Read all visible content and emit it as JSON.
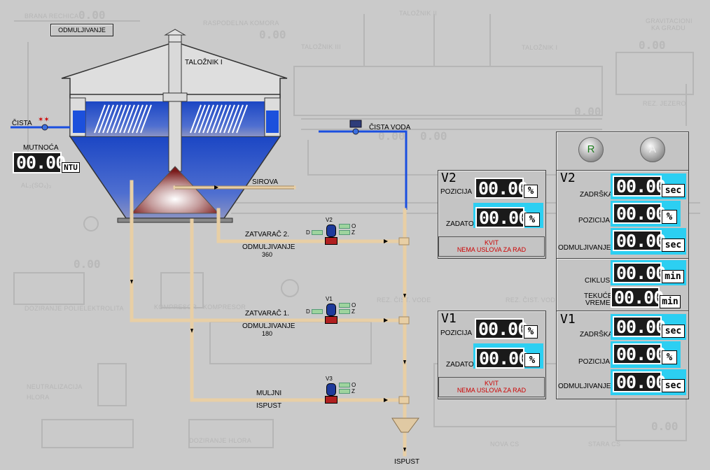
{
  "background_labels": {
    "grana_rechica": "BRANA RECHICA",
    "raspodelna_komora": "RASPODELNA KOMORA",
    "taloznik_ii": "TALOŽNIK II",
    "taloznik_iii": "TALOŽNIK III",
    "taloznik_i_bg": "TALOŽNIK I",
    "gravitacioni": "GRAVITACIONI",
    "ka_gradu": "KA GRADU",
    "rez_jezero": "REZ. JEZERO",
    "kompresor_1": "KOMPRESOR",
    "kompresor_2": "KOMPRESOR",
    "doziranje_poli": "DOZIRANJE POLIELEKTROLITA",
    "neutralizacija": "NEUTRALIZACIJA",
    "hlora": "HLORA",
    "doziranje_hlora": "DOZIRANJE HLORA",
    "nova_cs": "NOVA CS",
    "stara_cs": "STARA CS",
    "rez_cist_vode": "REZ. ČIST. VODE",
    "al2so4": "AL₂(SO₄)₃",
    "rez_cist_vode2": "REZ. ČIST. VODE",
    "ghost_value": "0.00"
  },
  "toolbar": {
    "odmuljivanje_button": "ODMULJIVANJE"
  },
  "tank": {
    "title": "TALOŽNIK I",
    "cista_label": "ČISTA",
    "cista_voda_label": "ČISTA VODA",
    "sirova_label": "SIROVA"
  },
  "turbidity": {
    "label": "MUTNOĆA",
    "value": "00.00",
    "unit": "NTU"
  },
  "lines": {
    "v2_label_1": "ZATVARAČ 2.",
    "v2_label_2": "ODMULJIVANJE",
    "v2_label_3": "360",
    "v1_label_1": "ZATVARAČ 1.",
    "v1_label_2": "ODMULJIVANJE",
    "v1_label_3": "180",
    "v3_label_1": "MULJNI",
    "v3_label_2": "ISPUST",
    "ispust": "ISPUST"
  },
  "valves": {
    "v2": {
      "tag": "V2",
      "d": "D",
      "o": "O",
      "z": "Z"
    },
    "v1": {
      "tag": "V1",
      "d": "D",
      "o": "O",
      "z": "Z"
    },
    "v3": {
      "tag": "V3",
      "o": "O",
      "z": "Z"
    }
  },
  "panel_v2_left": {
    "title": "V2",
    "pozicija_label": "POZICIJA",
    "pozicija_value": "00.00",
    "pozicija_unit": "%",
    "zadato_label": "ZADATO",
    "zadato_value": "00.00",
    "zadato_unit": "%",
    "kvit_title": "KVIT",
    "kvit_msg": "NEMA USLOVA ZA RAD"
  },
  "panel_v1_left": {
    "title": "V1",
    "pozicija_label": "POZICIJA",
    "pozicija_value": "00.00",
    "pozicija_unit": "%",
    "zadato_label": "ZADATO",
    "zadato_value": "00.00",
    "zadato_unit": "%",
    "kvit_title": "KVIT",
    "kvit_msg": "NEMA USLOVA ZA RAD"
  },
  "mode_buttons": {
    "r": "R",
    "a": "A"
  },
  "panel_v2_right": {
    "title": "V2",
    "zadrska_label": "ZADRŠKA",
    "zadrska_value": "00.00",
    "zadrska_unit": "sec",
    "pozicija_label": "POZICIJA",
    "pozicija_value": "00.00",
    "pozicija_unit": "%",
    "odmuljivanje_label": "ODMULJIVANJE",
    "odmuljivanje_value": "00.00",
    "odmuljivanje_unit": "sec"
  },
  "panel_cycle": {
    "ciklus_label": "CIKLUS",
    "ciklus_value": "00.00",
    "ciklus_unit": "min",
    "tekuce_label_1": "TEKUĆE",
    "tekuce_label_2": "VREME",
    "tekuce_value": "00.00",
    "tekuce_unit": "min"
  },
  "panel_v1_right": {
    "title": "V1",
    "zadrska_label": "ZADRŠKA",
    "zadrska_value": "00.00",
    "zadrska_unit": "sec",
    "pozicija_label": "POZICIJA",
    "pozicija_value": "00.00",
    "pozicija_unit": "%",
    "odmuljivanje_label": "ODMULJIVANJE",
    "odmuljivanje_value": "00.00",
    "odmuljivanje_unit": "sec"
  },
  "colors": {
    "pipe": "#e8cfa5",
    "water": "#1f5fd6",
    "display_bg": "#1a1a1a",
    "cyan": "#2ccff2",
    "alarm_text": "#cc0000"
  }
}
